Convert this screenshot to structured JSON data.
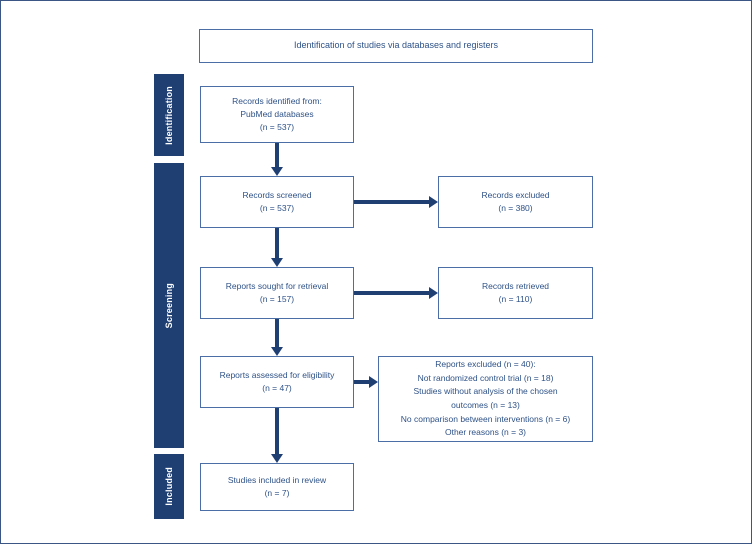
{
  "diagram": {
    "title": "Identification of studies via databases and registers",
    "stages": [
      {
        "key": "identification",
        "label": "Identification"
      },
      {
        "key": "screening",
        "label": "Screening"
      },
      {
        "key": "included",
        "label": "Included"
      }
    ],
    "nodes": {
      "header": "Identification of studies via databases and registers",
      "records_identified": "Records identified from:\nPubMed databases\n(n = 537)",
      "records_screened": "Records screened\n(n = 537)",
      "records_excluded": "Records excluded\n(n = 380)",
      "reports_sought": "Reports sought for retrieval\n(n = 157)",
      "records_retrieved": "Records retrieved\n(n = 110)",
      "reports_assessed": "Reports assessed for eligibility\n(n = 47)",
      "reports_excluded_reasons": "Reports excluded (n = 40):\nNot randomized control trial (n = 18)\nStudies without analysis of the chosen\noutcomes (n = 13)\nNo comparison between interventions (n = 6)\nOther reasons (n = 3)",
      "studies_included": "Studies included in review\n(n = 7)"
    },
    "counts": {
      "records_identified": 537,
      "records_screened": 537,
      "records_excluded": 380,
      "reports_sought": 157,
      "records_retrieved": 110,
      "reports_assessed": 47,
      "reports_excluded_total": 40,
      "excluded_not_rct": 18,
      "excluded_no_chosen_outcomes": 13,
      "excluded_no_comparison": 6,
      "excluded_other": 3,
      "studies_included": 7
    },
    "colors": {
      "stage_bar": "#1f3f73",
      "arrow": "#1f3f73",
      "node_border": "#4a6ea5",
      "node_text": "#2e5288",
      "page_border": "#3b5584",
      "background": "#ffffff"
    }
  }
}
